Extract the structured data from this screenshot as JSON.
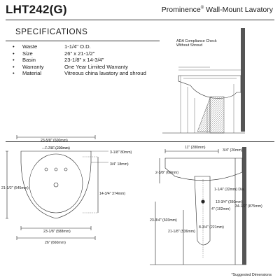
{
  "header": {
    "model": "LHT242(G)",
    "title_brand": "Prominence",
    "title_rest": " Wall-Mount Lavatory"
  },
  "specs": {
    "heading": "SPECIFICATIONS",
    "rows": [
      {
        "key": "Waste",
        "value": "1-1/4\" O.D."
      },
      {
        "key": "Size",
        "value": "26\" x 21-1/2\""
      },
      {
        "key": "Basin",
        "value": "23-1/8\" x 14-3/4\""
      },
      {
        "key": "Warranty",
        "value": "One Year Limited Warranty"
      },
      {
        "key": "Material",
        "value": "Vitreous china lavatory and shroud"
      }
    ]
  },
  "ada_note": {
    "line1": "ADA Compliance Check",
    "line2": "Without Shroud"
  },
  "footnote": "*Suggested Dimensions",
  "dims": {
    "top_overall": "23-5/8\" (600mm)",
    "faucet_spread": "7-7/8\" (200mm)",
    "top_right_offset": "3-1/8\" 80mm)",
    "top_deck": "3/4\" 18mm)",
    "left_height": "21-1/2\" (545mm)",
    "basin_depth": "14-3/4\" 374mm)",
    "bottom_inner": "23-1/8\" (588mm)",
    "bottom_overall": "26\" (660mm)",
    "side_top": "11\" (280mm)",
    "side_wall": "3/4\" (20mm)",
    "side_rim": "2-3/8\" (60mm)",
    "side_waste": "1-1/4\" (32mm) Dia.",
    "side_drain": "13-3/4\" (350mm)",
    "side_height": "34-1/2\" (875mm)",
    "side_outlet": "4\" (102mm)",
    "side_floor": "23-3/4\" (603mm)",
    "side_shroud": "8-3/4\" (221mm)",
    "side_trap": "21-1/8\" (536mm)"
  }
}
